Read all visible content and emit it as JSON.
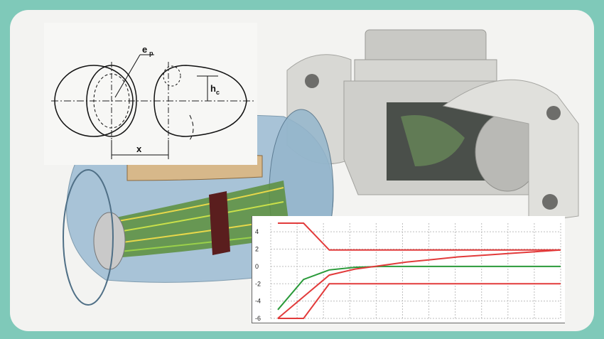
{
  "sketch": {
    "label_top": "e",
    "label_top_sub": "p",
    "label_h": "h",
    "label_h_sub": "c",
    "label_x": "x"
  },
  "chart_data": {
    "type": "line",
    "yticks": [
      "4",
      "2",
      "0",
      "-2",
      "-4",
      "-6"
    ],
    "ylim": [
      -6,
      5
    ],
    "grid": true,
    "series": [
      {
        "color": "#e23b3b",
        "values": [
          5,
          5,
          1.9,
          1.9,
          1.9,
          1.9,
          1.9,
          1.9,
          1.9,
          1.9,
          1.9,
          1.9
        ]
      },
      {
        "color": "#e23b3b",
        "values": [
          -6,
          -6,
          -2,
          -2,
          -2,
          -2,
          -2,
          -2,
          -2,
          -2,
          -2,
          -2
        ]
      },
      {
        "color": "#2a9a3a",
        "values": [
          -5,
          -1.5,
          -0.4,
          -0.1,
          0,
          0,
          0,
          0,
          0,
          0,
          0,
          0
        ]
      },
      {
        "color": "#e23b3b",
        "values": [
          -6,
          -3.5,
          -1,
          -0.3,
          0.1,
          0.5,
          0.8,
          1.1,
          1.3,
          1.5,
          1.7,
          1.9
        ]
      }
    ]
  }
}
